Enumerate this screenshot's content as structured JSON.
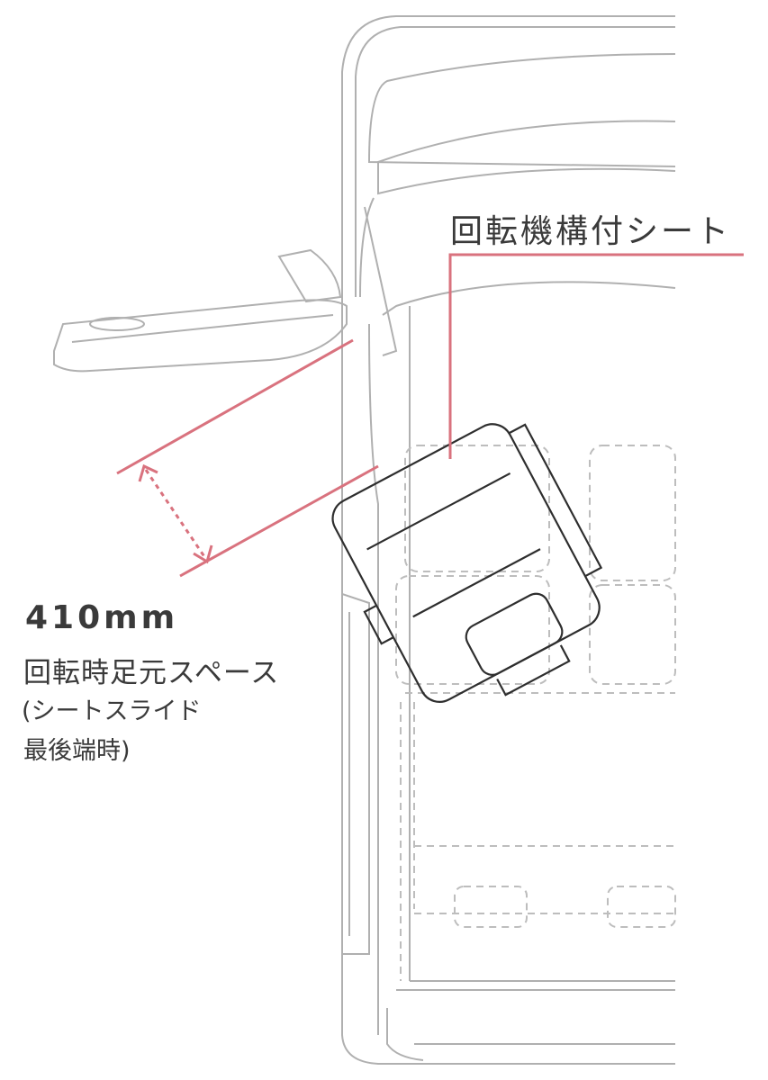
{
  "title": "回転機構付シート",
  "dimension": {
    "value": "410mm",
    "caption": "回転時足元スペース",
    "note_line1": "(シートスライド",
    "note_line2": "最後端時)"
  },
  "colors": {
    "accent": "#d9727e",
    "outline": "#b0b0b0",
    "dashed": "#bdbdbd",
    "seat": "#2e2e2e",
    "text": "#3a3a3a"
  }
}
